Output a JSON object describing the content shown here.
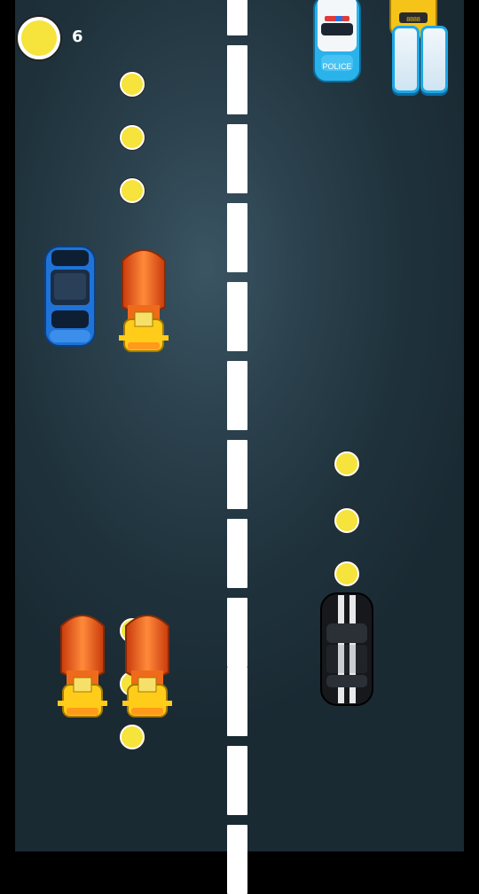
{
  "hud": {
    "coin_count": "6",
    "coin_icon": "coin-icon",
    "pause_icon": "pause-icon"
  },
  "police_car": {
    "label": "POLICE"
  },
  "taxi": {
    "plate": "8888"
  },
  "colors": {
    "road": "#253a45",
    "coin": "#f6e33b",
    "pause_border": "#1ba8e6",
    "police_blue": "#2ab2ea",
    "sedan_blue": "#1f73d8",
    "fire_truck_orange": "#ef5a1a",
    "fire_truck_yellow": "#ffcc1a",
    "player_black": "#16181b"
  }
}
